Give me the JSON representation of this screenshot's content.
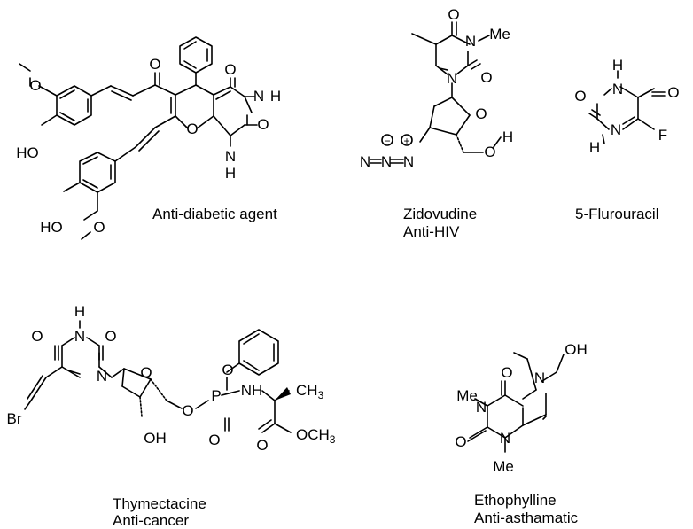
{
  "atoms": {
    "O": "O",
    "H": "H",
    "N": "N",
    "HO": "HO",
    "OH": "OH",
    "Me": "Me",
    "F": "F",
    "Br": "Br",
    "P": "P",
    "NH": "NH",
    "CH3": "CH",
    "sub3": "3",
    "OCH3": "OCH",
    "charge_minus": "−",
    "charge_plus": "+"
  },
  "captions": {
    "antidiabetic": "Anti-diabetic agent",
    "zidovudine_name": "Zidovudine",
    "zidovudine_activity": "Anti-HIV",
    "fluorouracil": "5-Flurouracil",
    "thymectacine_name": "Thymectacine",
    "thymectacine_activity": "Anti-cancer",
    "ethophylline_name": "Ethophylline",
    "ethophylline_activity": "Anti-asthamatic"
  }
}
